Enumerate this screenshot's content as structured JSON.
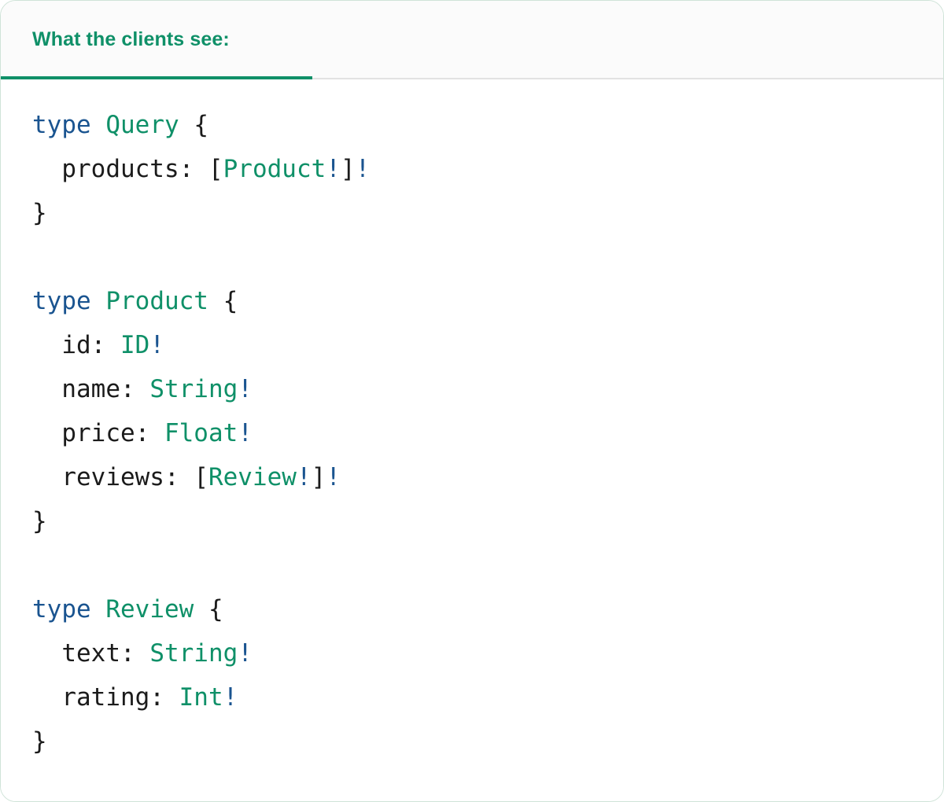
{
  "panel": {
    "accent_color": "#0f9068",
    "keyword_color": "#1a5490",
    "text_color": "#1b1b1b",
    "header_bg": "#fbfbfb",
    "body_bg": "#ffffff",
    "border_color": "#cfe3d8"
  },
  "tabs": [
    {
      "label": "What the clients see:",
      "active": true
    }
  ],
  "code": {
    "language": "graphql",
    "lines": [
      {
        "tokens": [
          {
            "t": "type",
            "c": "kw"
          },
          {
            "t": " ",
            "c": "punct"
          },
          {
            "t": "Query",
            "c": "typename"
          },
          {
            "t": " {",
            "c": "punct"
          }
        ]
      },
      {
        "tokens": [
          {
            "t": "  products: ",
            "c": "field"
          },
          {
            "t": "[",
            "c": "punct"
          },
          {
            "t": "Product",
            "c": "type"
          },
          {
            "t": "!",
            "c": "bang"
          },
          {
            "t": "]",
            "c": "punct"
          },
          {
            "t": "!",
            "c": "bang"
          }
        ]
      },
      {
        "tokens": [
          {
            "t": "}",
            "c": "punct"
          }
        ]
      },
      {
        "tokens": []
      },
      {
        "tokens": [
          {
            "t": "type",
            "c": "kw"
          },
          {
            "t": " ",
            "c": "punct"
          },
          {
            "t": "Product",
            "c": "typename"
          },
          {
            "t": " {",
            "c": "punct"
          }
        ]
      },
      {
        "tokens": [
          {
            "t": "  id: ",
            "c": "field"
          },
          {
            "t": "ID",
            "c": "type"
          },
          {
            "t": "!",
            "c": "bang"
          }
        ]
      },
      {
        "tokens": [
          {
            "t": "  name: ",
            "c": "field"
          },
          {
            "t": "String",
            "c": "type"
          },
          {
            "t": "!",
            "c": "bang"
          }
        ]
      },
      {
        "tokens": [
          {
            "t": "  price: ",
            "c": "field"
          },
          {
            "t": "Float",
            "c": "type"
          },
          {
            "t": "!",
            "c": "bang"
          }
        ]
      },
      {
        "tokens": [
          {
            "t": "  reviews: ",
            "c": "field"
          },
          {
            "t": "[",
            "c": "punct"
          },
          {
            "t": "Review",
            "c": "type"
          },
          {
            "t": "!",
            "c": "bang"
          },
          {
            "t": "]",
            "c": "punct"
          },
          {
            "t": "!",
            "c": "bang"
          }
        ]
      },
      {
        "tokens": [
          {
            "t": "}",
            "c": "punct"
          }
        ]
      },
      {
        "tokens": []
      },
      {
        "tokens": [
          {
            "t": "type",
            "c": "kw"
          },
          {
            "t": " ",
            "c": "punct"
          },
          {
            "t": "Review",
            "c": "typename"
          },
          {
            "t": " {",
            "c": "punct"
          }
        ]
      },
      {
        "tokens": [
          {
            "t": "  text: ",
            "c": "field"
          },
          {
            "t": "String",
            "c": "type"
          },
          {
            "t": "!",
            "c": "bang"
          }
        ]
      },
      {
        "tokens": [
          {
            "t": "  rating: ",
            "c": "field"
          },
          {
            "t": "Int",
            "c": "type"
          },
          {
            "t": "!",
            "c": "bang"
          }
        ]
      },
      {
        "tokens": [
          {
            "t": "}",
            "c": "punct"
          }
        ]
      }
    ]
  }
}
